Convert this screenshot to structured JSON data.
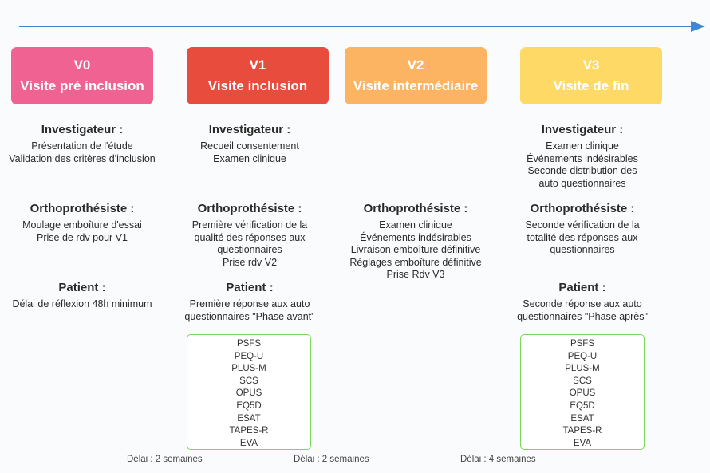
{
  "timeline": {
    "color": "#3d86d8"
  },
  "visits": [
    {
      "code": "V0",
      "name": "Visite pré inclusion",
      "color": "#f06292"
    },
    {
      "code": "V1",
      "name": "Visite inclusion",
      "color": "#e84c3d"
    },
    {
      "code": "V2",
      "name": "Visite intermédiaire",
      "color": "#fdb462"
    },
    {
      "code": "V3",
      "name": "Visite de fin",
      "color": "#ffd966"
    }
  ],
  "labels": {
    "investigateur": "Investigateur :",
    "orthoprothesiste": "Orthoprothésiste :",
    "patient": "Patient :"
  },
  "investigateur": {
    "v0": [
      "Présentation de l'étude",
      "Validation des critères d'inclusion"
    ],
    "v1": [
      "Recueil consentement",
      "Examen clinique"
    ],
    "v3": [
      "Examen clinique",
      "Événements indésirables",
      "Seconde distribution des",
      "auto questionnaires"
    ]
  },
  "orthoprothesiste": {
    "v0": [
      "Moulage emboîture d'essai",
      "Prise de rdv pour V1"
    ],
    "v1": [
      "Première vérification de la",
      "qualité des réponses aux",
      "questionnaires",
      "Prise rdv V2"
    ],
    "v2": [
      "Examen clinique",
      "Événements indésirables",
      "Livraison emboîture définitive",
      "Réglages emboîture définitive",
      "Prise Rdv V3"
    ],
    "v3": [
      "Seconde vérification de la",
      "totalité des réponses aux",
      "questionnaires"
    ]
  },
  "patient": {
    "v0": [
      "Délai de réflexion 48h minimum"
    ],
    "v1": [
      "Première réponse aux auto",
      "questionnaires \"Phase avant\""
    ],
    "v3": [
      "Seconde réponse aux auto",
      "questionnaires \"Phase après\""
    ]
  },
  "questionnaires": {
    "v1": [
      "PSFS",
      "PEQ-U",
      "PLUS-M",
      "SCS",
      "OPUS",
      "EQ5D",
      "ESAT",
      "TAPES-R",
      "EVA"
    ],
    "v3": [
      "PSFS",
      "PEQ-U",
      "PLUS-M",
      "SCS",
      "OPUS",
      "EQ5D",
      "ESAT",
      "TAPES-R",
      "EVA"
    ]
  },
  "delays": [
    {
      "label": "Délai : ",
      "value": "2 semaines"
    },
    {
      "label": "Délai : ",
      "value": "2 semaines"
    },
    {
      "label": "Délai : ",
      "value": "4 semaines"
    }
  ]
}
